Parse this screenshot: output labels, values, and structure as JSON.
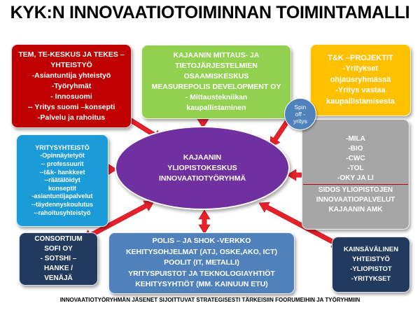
{
  "title": "KYK:N INNOVAATIOTOIMINNAN TOIMINTAMALLI",
  "colors": {
    "red": "#c00000",
    "green": "#92d050",
    "orange": "#ffc000",
    "light_blue": "#1b9bd7",
    "gray": "#a6a6a6",
    "navy": "#223a5e",
    "steel_blue": "#4f81bd",
    "purple": "#7030a0",
    "arrow": "#e8202a"
  },
  "center": {
    "lines": [
      "KAJAANIN",
      "YLIOPISTOKESKUS",
      "INNOVAATIOTYÖRYHMÄ"
    ]
  },
  "spin_off": {
    "lines": [
      "Spin",
      "off -",
      "yritys"
    ]
  },
  "boxes": {
    "red": {
      "lines": [
        "TEM, TE-KESKUS JA TEKES –",
        "YHTEISTYÖ",
        "-Asiantuntija yhteistyö",
        "-Työryhmät",
        "- Innosuomi",
        "-- Yritys suomi –konsepti",
        "-Palvelu ja rahoitus"
      ]
    },
    "green": {
      "lines": [
        "KAJAANIN MITTAUS- JA",
        "TIETOJÄRJESTELMIEN",
        "OSAAMISKESKUS",
        "MEASUREPOLIS DEVELOPMENT OY",
        "- Mittaustekniikan",
        "kaupallistaminen"
      ]
    },
    "orange": {
      "lines": [
        "T&K –PROJEKTIT",
        "-Yritykset",
        "ohjausryhmässä",
        "-Yritys vastaa",
        "kaupallistamisesta"
      ]
    },
    "blue": {
      "lines": [
        "YRITYSYHTEISTÖ",
        "-Opinnäytetyöt",
        "-- professuurit",
        "--t&k- hankkeet",
        "--räätälöidyt",
        "konseptit",
        "-asiantuntijapalvelut",
        "--täydennyskoulutus",
        "--rahoitusyhteistyö"
      ]
    },
    "gray": {
      "lines_top": [
        "-MILA",
        "-BIO",
        "-CWC",
        "-TOL",
        "-OKY JA LI"
      ],
      "lines_bottom": [
        "SIDOS YLIOPISTOJEN",
        "INNOVAATIOPALVELUT",
        "KAJAANIN AMK"
      ]
    },
    "navy_left": {
      "lines": [
        "CONSORTIUM",
        "SOFI OY",
        "- SOTSHI –",
        "HANKE /",
        "VENÄJÄ"
      ]
    },
    "steel": {
      "lines": [
        "POLIS – JA SHOK -VERKKO",
        "KEHITYSOHJELMAT (ATJ, OSKE,AKO, ICT)",
        "POOLIT (IT, METALLI)",
        "YRITYSPUISTOT JA TEKNOLOGIAYHTIÖT",
        "KEHITYSYHTIÖT (MM. KAINUUN ETU)"
      ]
    },
    "navy_right": {
      "lines": [
        "KAINSÄVÄLINEN",
        "YHTEISTYÖ",
        "-YLIOPISTOT",
        "-YRITYKSET"
      ]
    }
  },
  "footer": "INNOVAATIOTYÖRYHMÄN JÄSENET SIJOITTUVAT STRATEGISESTI TÄRKEISIIN FOORUMEIHIN JA TYÖRYHMIIN",
  "arrows": [
    {
      "from": "center",
      "to": "red",
      "style": "double"
    },
    {
      "from": "center",
      "to": "green",
      "style": "double"
    },
    {
      "from": "spin_off",
      "to": "center",
      "style": "single"
    },
    {
      "from": "center",
      "to": "blue",
      "style": "double"
    },
    {
      "from": "center",
      "to": "gray",
      "style": "double"
    },
    {
      "from": "center",
      "to": "navy_left",
      "style": "double"
    },
    {
      "from": "center",
      "to": "steel",
      "style": "double"
    },
    {
      "from": "center",
      "to": "navy_right",
      "style": "double"
    }
  ]
}
